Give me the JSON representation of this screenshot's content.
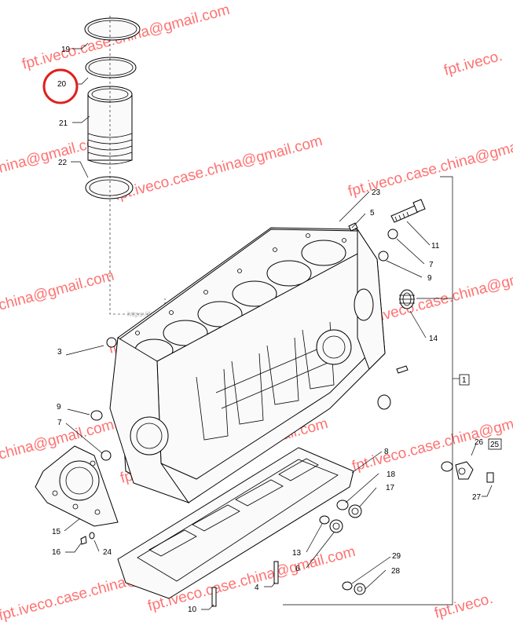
{
  "diagram": {
    "callouts": {
      "c19": "19",
      "c20": "20",
      "c21": "21",
      "c22": "22",
      "c23": "23",
      "c5": "5",
      "c11": "11",
      "c7a": "7",
      "c9a": "9",
      "c14": "14",
      "c3": "3",
      "c9b": "9",
      "c7b": "7",
      "c1": "1",
      "c8": "8",
      "c26": "26",
      "c25": "25",
      "c27": "27",
      "c18": "18",
      "c17": "17",
      "c15": "15",
      "c16": "16",
      "c24": "24",
      "c13": "13",
      "c6": "6",
      "c4": "4",
      "c29": "29",
      "c28": "28",
      "c10": "10"
    },
    "highlight": {
      "callout": "20",
      "color": "#e02020"
    },
    "watermark": {
      "text": "fpt.iveco.case.china@gmail.com",
      "text_short_a": "fpt.iveco.cas",
      "text_short_b": "china@gmail.com",
      "text_short_c": "hina@gmail.com",
      "text_short_d": "fpt.iveco.",
      "text_short_e": "fpt.iveco.case.china@gmai",
      "color": "#ff3b3b"
    },
    "faint_watermark": "https://fpt.iveco.case.china@gmail.com"
  }
}
